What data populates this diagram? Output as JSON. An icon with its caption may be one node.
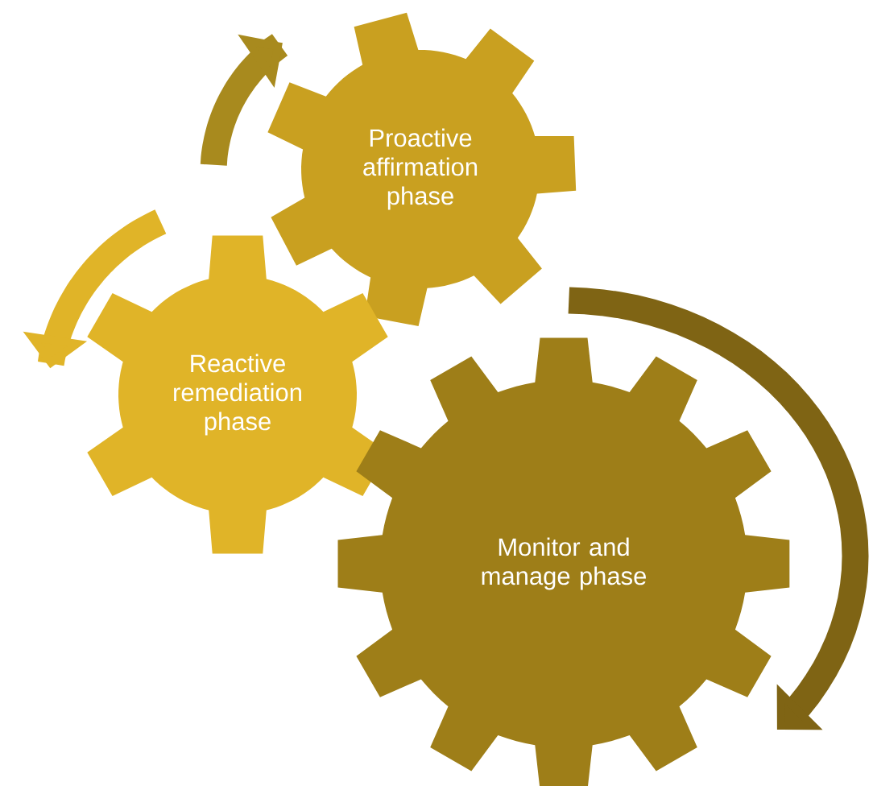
{
  "diagram": {
    "nodes": [
      {
        "text": [
          "Proactive affirmation phase"
        ]
      },
      {
        "text": [
          "Reactive remediation phase"
        ]
      },
      {
        "text": [
          "Monitor and manage phase"
        ]
      }
    ]
  }
}
